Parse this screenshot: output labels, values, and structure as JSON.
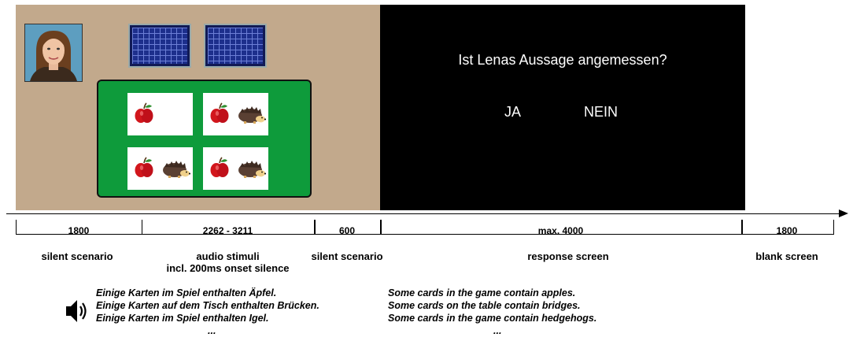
{
  "response_screen": {
    "question": "Ist Lenas Aussage angemessen?",
    "option_yes": "JA",
    "option_no": "NEIN"
  },
  "timeline": {
    "durations": [
      "1800",
      "2262 - 3211",
      "600",
      "max. 4000",
      "1800"
    ],
    "phases": [
      "silent scenario",
      "audio stimuli",
      "incl. 200ms onset silence",
      "silent scenario",
      "response screen",
      "blank screen"
    ]
  },
  "stimuli": {
    "german": [
      "Einige Karten im Spiel enthalten Äpfel.",
      "Einige Karten auf dem Tisch enthalten Brücken.",
      "Einige Karten im Spiel enthalten Igel.",
      "..."
    ],
    "english": [
      "Some cards in the game contain apples.",
      "Some cards on the table contain bridges.",
      "Some cards in the game contain hedgehogs.",
      "..."
    ]
  },
  "colors": {
    "scenario_bg": "#c2a98c",
    "table_green": "#0e9b3b",
    "deck_blue": "#1d2f8c",
    "response_bg": "#000000"
  },
  "icons": [
    "avatar-portrait",
    "card-deck",
    "apple-icon",
    "hedgehog-icon",
    "speaker-icon"
  ]
}
